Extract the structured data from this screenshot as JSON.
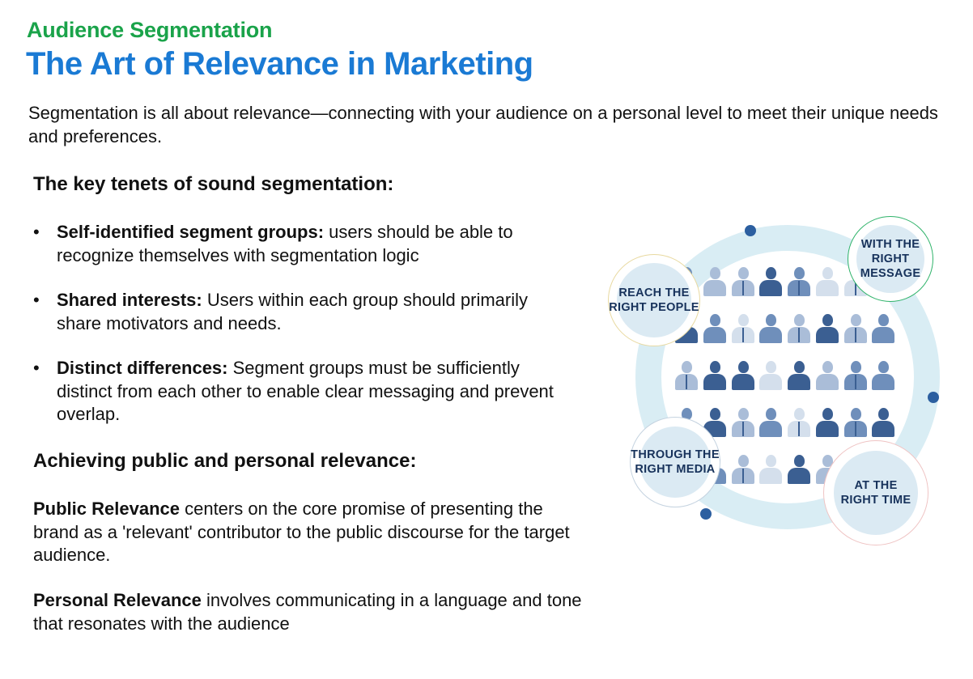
{
  "header": {
    "eyebrow": "Audience Segmentation",
    "title": "The Art of Relevance in Marketing",
    "intro": "Segmentation is all about relevance—connecting with your audience on a personal level to meet their unique needs and preferences."
  },
  "tenets": {
    "heading": "The key tenets of sound segmentation:",
    "bullet_glyph": "•",
    "items": [
      {
        "term": "Self-identified segment groups:",
        "text": " users should be able to recognize themselves with segmentation logic"
      },
      {
        "term": "Shared interests:",
        "text": " Users within each group should primarily share motivators and needs."
      },
      {
        "term": "Distinct differences:",
        "text": " Segment groups must be sufficiently distinct from each other to enable clear messaging and prevent overlap."
      }
    ]
  },
  "relevance": {
    "heading": "Achieving public and personal relevance:",
    "public": {
      "term": "Public Relevance",
      "text": " centers on the core promise of presenting the brand as a 'relevant' contributor to the public discourse for the target audience."
    },
    "personal": {
      "term": "Personal Relevance",
      "text": " involves communicating in a language and tone that resonates with the audience"
    }
  },
  "graphic": {
    "badges": [
      {
        "id": "people",
        "label": "REACH THE\nRIGHT PEOPLE",
        "border": "#e8d9a0"
      },
      {
        "id": "message",
        "label": "WITH THE\nRIGHT MESSAGE",
        "border": "#2fb36a"
      },
      {
        "id": "media",
        "label": "THROUGH THE\nRIGHT MEDIA",
        "border": "#c5d3e0"
      },
      {
        "id": "time",
        "label": "AT THE\nRIGHT TIME",
        "border": "#efc4c4"
      }
    ],
    "colors": {
      "ring": "#d9edf4",
      "dot": "#2c5fa0",
      "label": "#17325b",
      "person_dark": "#3b5f92",
      "person_mid": "#6f8fbb",
      "person_light": "#aabdd8",
      "person_pale": "#d4dfec"
    }
  },
  "colors": {
    "eyebrow": "#1aa34a",
    "title": "#1a7ad4",
    "body_text": "#111111"
  }
}
